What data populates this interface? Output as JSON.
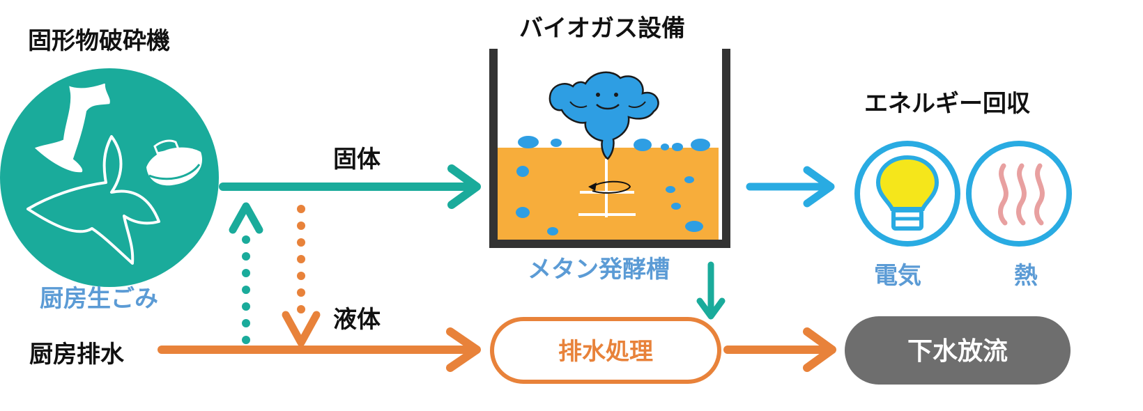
{
  "title_crusher": "固形物破砕機",
  "title_biogas": "バイオガス設備",
  "title_energy": "エネルギー回収",
  "label_food_waste": "厨房生ごみ",
  "label_kitchen_wastewater": "厨房排水",
  "label_solid": "固体",
  "label_liquid": "液体",
  "label_fermenter": "メタン発酵槽",
  "label_electricity": "電気",
  "label_heat": "熱",
  "label_wastewater_treatment": "排水処理",
  "label_sewer_discharge": "下水放流",
  "colors": {
    "teal": "#1aab9b",
    "orange": "#e8823a",
    "sky_blue": "#29abe2",
    "slurry": "#f7ad3b",
    "bubble": "#2e9ee3",
    "label_blue": "#5b9bd5",
    "tank_wall": "#333333",
    "discharge_gray": "#6e6e6e",
    "bulb_yellow": "#f5e61b",
    "heat_pink": "#e8a0a0"
  }
}
